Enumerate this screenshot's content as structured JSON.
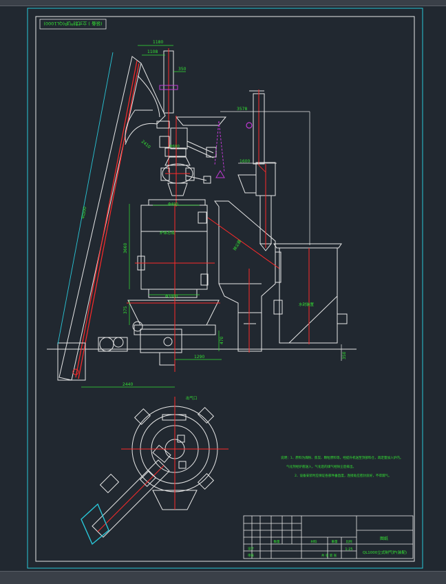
{
  "drawing": {
    "header_label": "(装备 ) 立式制气炉(QL1000)",
    "dimensions": {
      "top_width_1": "1180",
      "top_width_2": "1108",
      "pipe_offset": "350",
      "vertical_span": "3578",
      "cyclone_width": "1600",
      "feeder_dia": "Φ600",
      "gate_dia": "Φ400",
      "chute_len": "2410",
      "slope_len": "4Ш00",
      "body_height": "3660",
      "body_dia": "Φ1000",
      "cone_height": "375",
      "base_height": "470",
      "base_width": "1290",
      "bucket_offset": "2440",
      "right_height": "350"
    },
    "labels": {
      "furnace_body": "炉体总成",
      "cyclone": "除尘器",
      "water_seal": "水封装置",
      "top_mark": "出气口"
    },
    "notes": [
      "说明：1、原料为煤粉、焦炭、颗粒原料等，经提升机送至顶部料仓，再定量加入炉内。",
      "气化剂经炉底送入，气化后的煤气经除尘后排出。",
      "2、设备安装时应保证各部件垂直度，连接处应密封良好，不得漏气。"
    ],
    "title_block": {
      "company": "图纸",
      "drawing_title": "QL1000立式制气炉(装配)",
      "scale": "1:25",
      "design_label": "设计",
      "check_label": "审核",
      "weight_label": "重量",
      "scale_label": "比例",
      "material_label": "材料",
      "qty_label": "数量",
      "sheet_label": "共  张 第  张"
    },
    "colors": {
      "frame": "#29c7d8",
      "outline": "#e8e8e8",
      "center": "#ff2a2a",
      "dimension": "#34e534",
      "accent": "#c23ad6"
    }
  }
}
